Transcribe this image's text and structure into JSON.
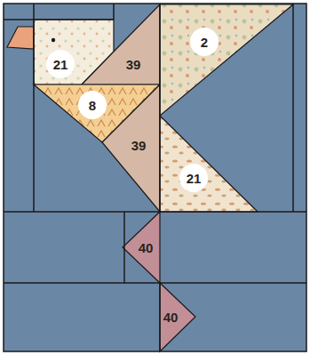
{
  "diagram": {
    "labels": [
      "2",
      "21",
      "39",
      "8",
      "39",
      "21",
      "40",
      "40"
    ]
  }
}
